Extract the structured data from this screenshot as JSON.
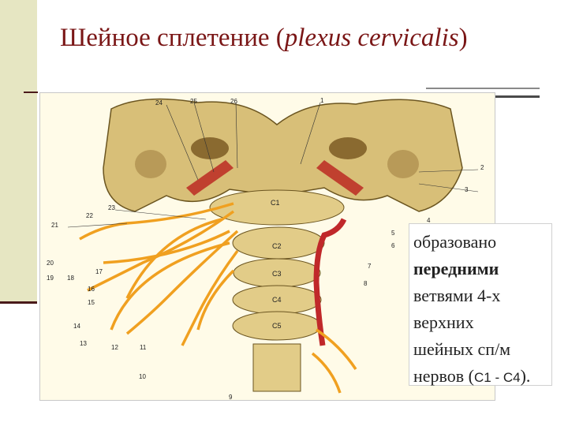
{
  "title": {
    "russian": "Шейное сплетение",
    "latin_open": "(",
    "latin": "plexus cervicalis",
    "latin_close": ")"
  },
  "caption": {
    "line1": "образовано",
    "line2": "передними",
    "line3": "ветвями 4-х",
    "line4": "верхних",
    "line5": "шейных  сп/м",
    "line6_prefix": "нервов (",
    "line6_code": "С1 - С4",
    "line6_suffix": ")."
  },
  "figure": {
    "vertebra_labels": [
      "C1",
      "C2",
      "C3",
      "C4",
      "C5"
    ],
    "number_labels": [
      "24",
      "25",
      "26",
      "1",
      "2",
      "3",
      "4",
      "5",
      "6",
      "7",
      "8",
      "9",
      "10",
      "11",
      "12",
      "13",
      "14",
      "15",
      "16",
      "17",
      "18",
      "19",
      "20",
      "21",
      "22",
      "23"
    ]
  },
  "colors": {
    "title": "#7a1616",
    "bone": "#d8bf78",
    "nerve": "#f0a020",
    "artery": "#c0282a"
  }
}
